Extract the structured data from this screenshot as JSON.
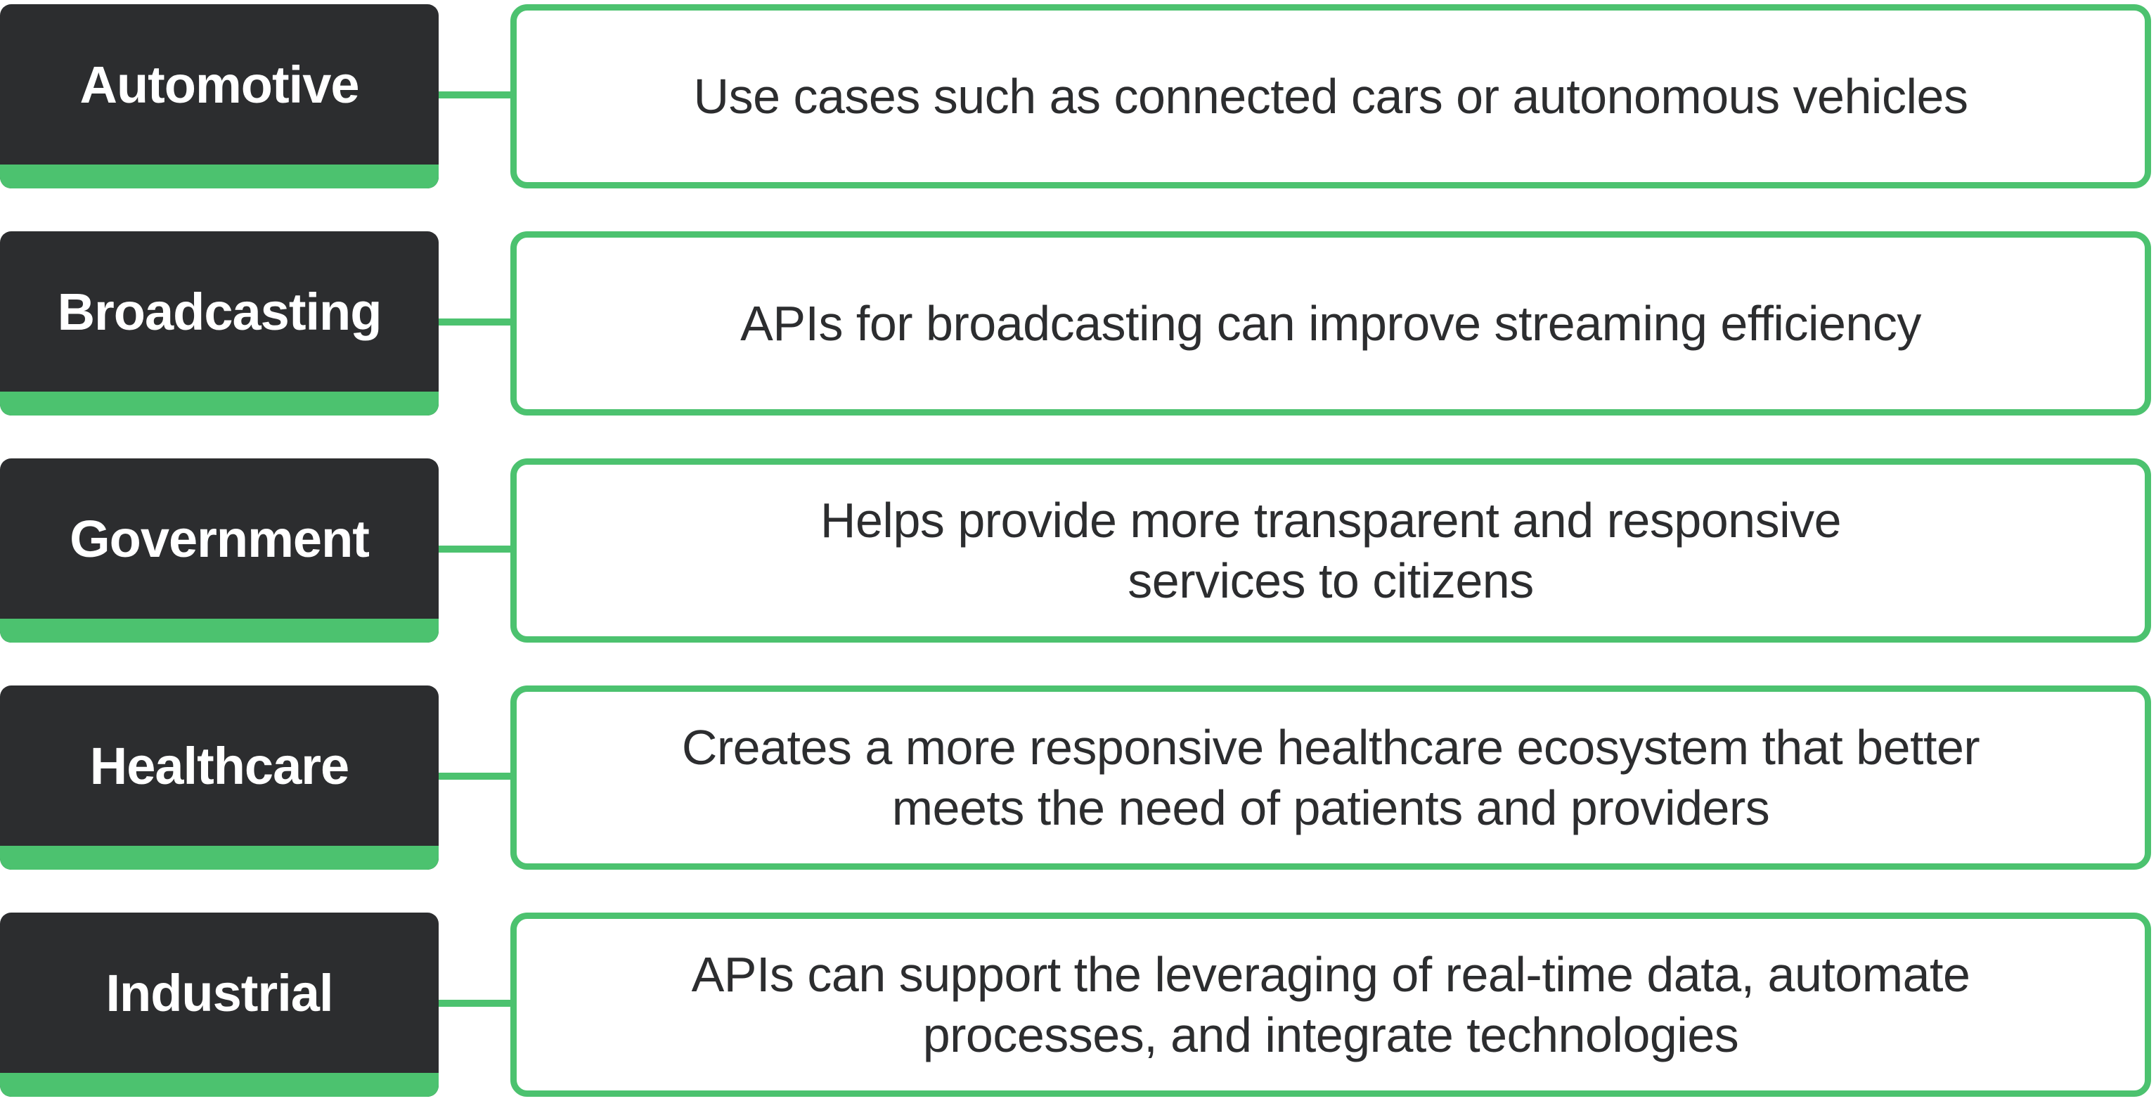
{
  "colors": {
    "accent": "#4cc26f",
    "dark_box": "#2c2d2f",
    "text_dark": "#2c2d2f",
    "text_light": "#ffffff",
    "background": "#ffffff"
  },
  "rows": [
    {
      "category": "Automotive",
      "description": "Use cases such as connected cars or autonomous vehicles"
    },
    {
      "category": "Broadcasting",
      "description": "APIs for broadcasting can improve streaming efficiency"
    },
    {
      "category": "Government",
      "description": "Helps provide more transparent and responsive\nservices to citizens"
    },
    {
      "category": "Healthcare",
      "description": "Creates a more responsive healthcare ecosystem that better\nmeets the need of patients and providers"
    },
    {
      "category": "Industrial",
      "description": "APIs can support the leveraging of real-time data, automate\nprocesses, and integrate technologies"
    }
  ]
}
